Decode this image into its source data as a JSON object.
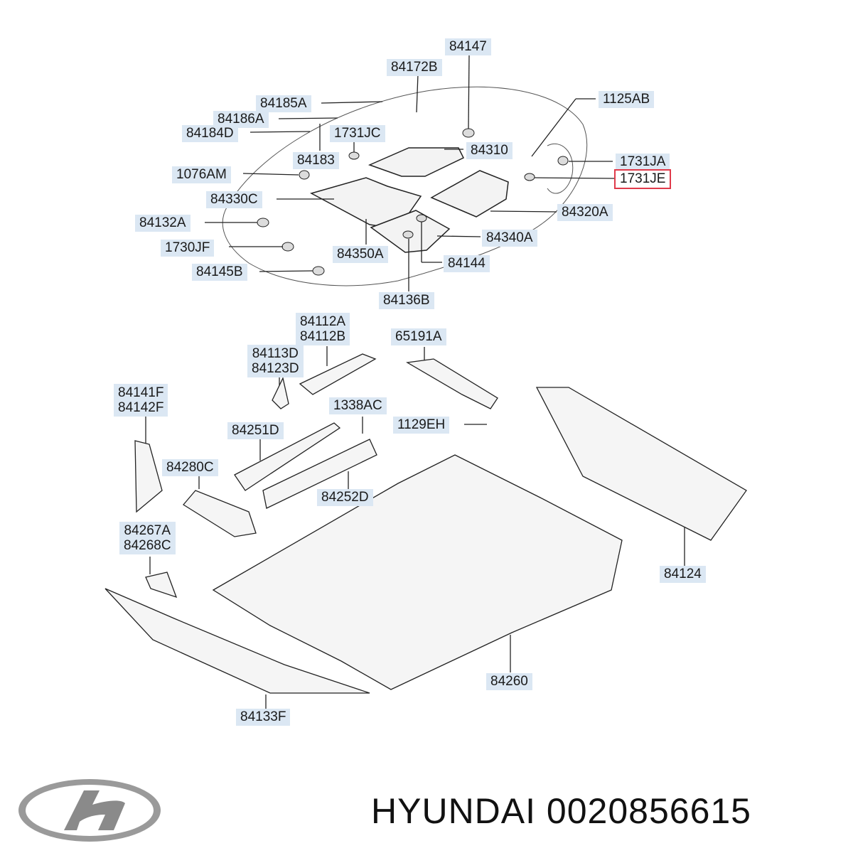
{
  "colors": {
    "label_bg": "#dbe7f3",
    "highlight": "#e03a4a",
    "line": "#222222"
  },
  "labels": {
    "p84147": "84147",
    "p84172B": "84172B",
    "p84185A": "84185A",
    "p84186A": "84186A",
    "p84184D": "84184D",
    "p1731JC": "1731JC",
    "p84183": "84183",
    "p84310": "84310",
    "p1125AB": "1125AB",
    "p1731JA": "1731JA",
    "p1731JE": "1731JE",
    "p1076AM": "1076AM",
    "p84330C": "84330C",
    "p84320A": "84320A",
    "p84132A": "84132A",
    "p84340A": "84340A",
    "p1730JF": "1730JF",
    "p84350A": "84350A",
    "p84144": "84144",
    "p84145B": "84145B",
    "p84136B": "84136B",
    "p84112A": "84112A",
    "p84112B": "84112B",
    "p65191A": "65191A",
    "p84113D": "84113D",
    "p84123D": "84123D",
    "p84141F": "84141F",
    "p84142F": "84142F",
    "p1338AC": "1338AC",
    "p1129EH": "1129EH",
    "p84251D": "84251D",
    "p84280C": "84280C",
    "p84252D": "84252D",
    "p84267A": "84267A",
    "p84268C": "84268C",
    "p84124": "84124",
    "p84260": "84260",
    "p84133F": "84133F"
  },
  "footer": {
    "brand_text": "HYUNDAI 0020856615",
    "logo_icon": "hyundai-logo-icon"
  }
}
